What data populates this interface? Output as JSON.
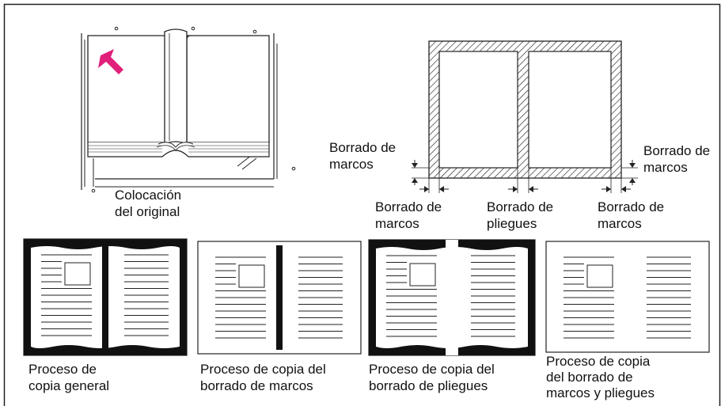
{
  "placement": {
    "caption_line1": "Colocación",
    "caption_line2": "del original",
    "arrow_color": "#e0207a"
  },
  "erase_diagram": {
    "left_frame_label_line1": "Borrado de",
    "left_frame_label_line2": "marcos",
    "right_frame_label_line1": "Borrado de",
    "right_frame_label_line2": "marcos",
    "bottom_left_label_line1": "Borrado de",
    "bottom_left_label_line2": "marcos",
    "bottom_center_label_line1": "Borrado de",
    "bottom_center_label_line2": "pliegues",
    "bottom_right_label_line1": "Borrado de",
    "bottom_right_label_line2": "marcos"
  },
  "results": [
    {
      "line1": "Proceso de",
      "line2": "copia general",
      "line3": ""
    },
    {
      "line1": "Proceso de copia del",
      "line2": "borrado de marcos",
      "line3": ""
    },
    {
      "line1": "Proceso de copia del",
      "line2": "borrado de pliegues",
      "line3": ""
    },
    {
      "line1": "Proceso de copia",
      "line2": "del borrado de",
      "line3": "marcos y pliegues"
    }
  ]
}
